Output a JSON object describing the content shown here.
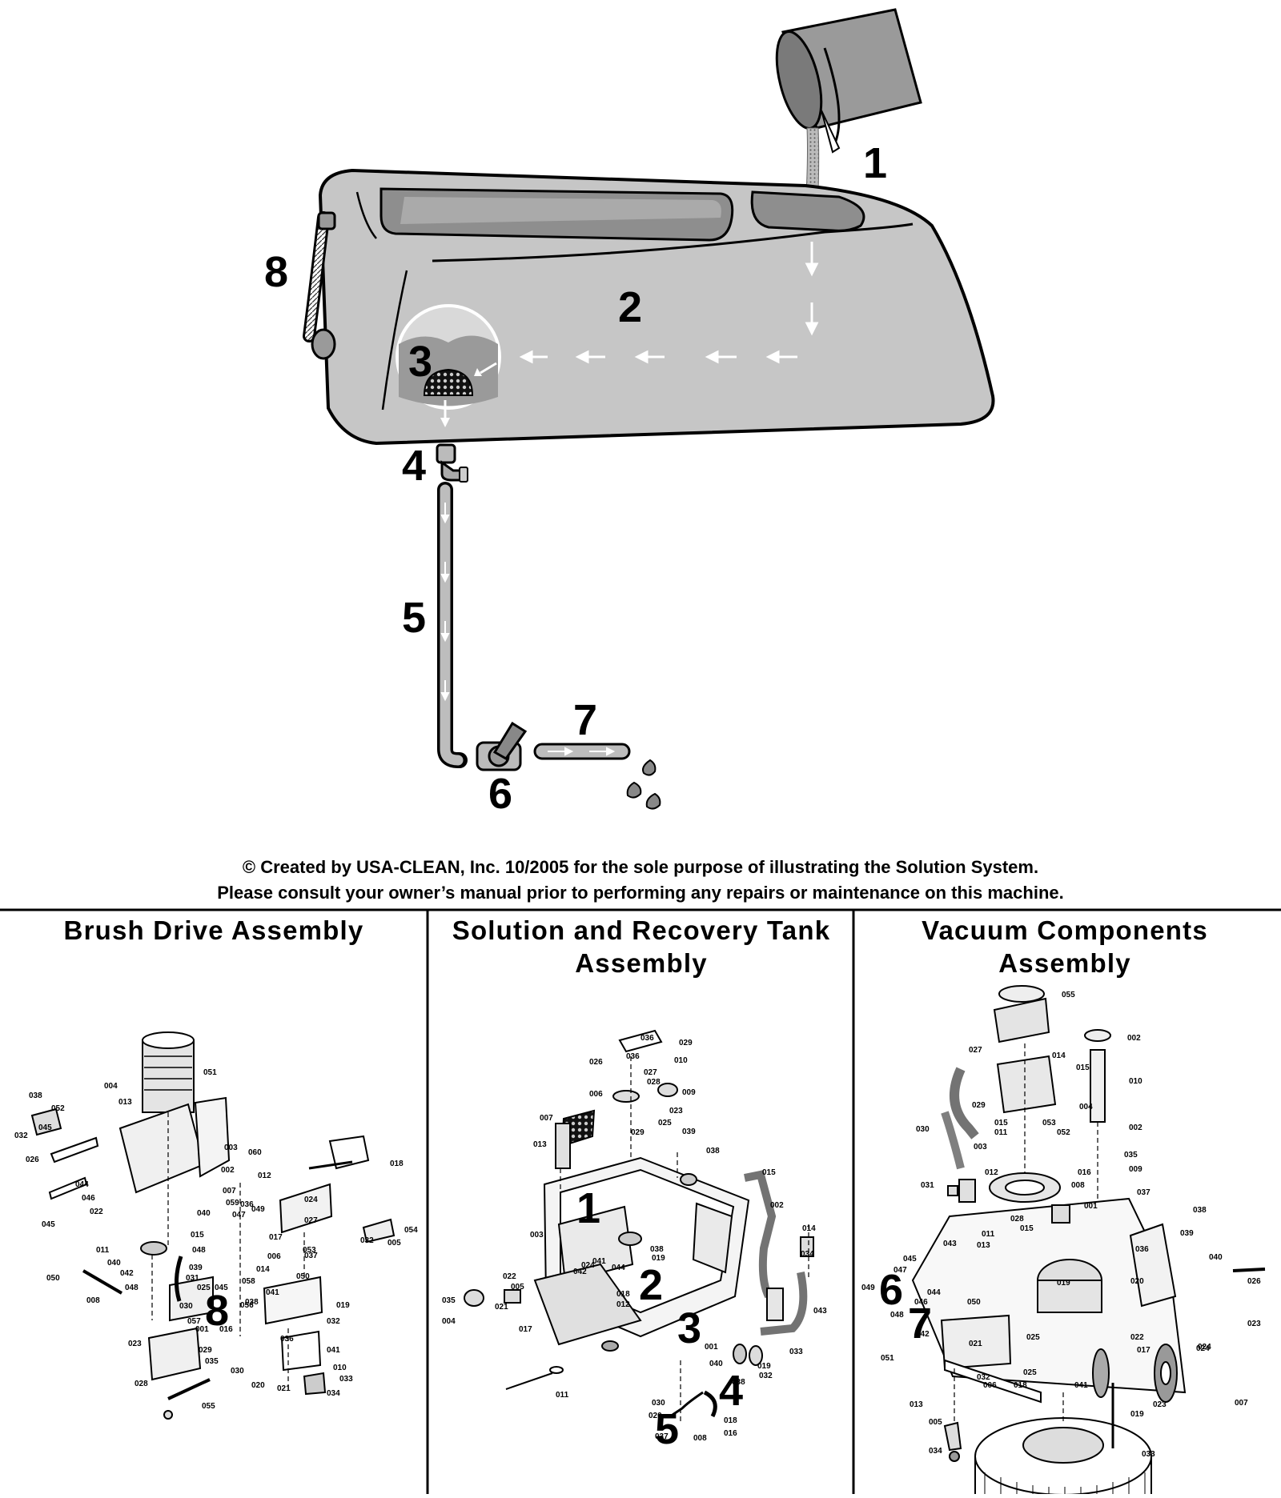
{
  "diagram": {
    "step_numbers": [
      "1",
      "2",
      "3",
      "4",
      "5",
      "6",
      "7",
      "8"
    ],
    "credit_line_1": "© Created by USA-CLEAN, Inc. 10/2005 for the sole purpose of illustrating the Solution System.",
    "credit_line_2": "Please consult your owner’s manual prior to performing any repairs or maintenance on this machine."
  },
  "panels": [
    {
      "title": "Brush Drive Assembly",
      "markers": [
        "8"
      ],
      "part_labels": [
        "052",
        "038",
        "004",
        "013",
        "051",
        "045",
        "032",
        "003",
        "026",
        "044",
        "046",
        "022",
        "002",
        "060",
        "012",
        "007",
        "059",
        "047",
        "040",
        "015",
        "048",
        "039",
        "031",
        "025",
        "005",
        "054",
        "018",
        "024",
        "027",
        "036",
        "032",
        "049",
        "017",
        "053",
        "014",
        "006",
        "037",
        "050",
        "045",
        "011",
        "040",
        "042",
        "048",
        "008",
        "050",
        "058",
        "041",
        "045",
        "030",
        "057",
        "001",
        "016",
        "056",
        "038",
        "019",
        "032",
        "023",
        "029",
        "035",
        "030",
        "036",
        "041",
        "020",
        "021",
        "010",
        "033",
        "034",
        "055",
        "028"
      ]
    },
    {
      "title": "Solution and Recovery Tank Assembly",
      "markers": [
        "1",
        "2",
        "3",
        "4",
        "5"
      ],
      "part_labels": [
        "036",
        "029",
        "026",
        "036",
        "010",
        "027",
        "028",
        "009",
        "006",
        "007",
        "023",
        "029",
        "025",
        "039",
        "038",
        "013",
        "015",
        "002",
        "003",
        "038",
        "019",
        "014",
        "034",
        "024",
        "041",
        "042",
        "044",
        "022",
        "005",
        "018",
        "012",
        "035",
        "021",
        "004",
        "017",
        "043",
        "001",
        "040",
        "033",
        "011",
        "019",
        "032",
        "038",
        "030",
        "020",
        "018",
        "037",
        "008",
        "016"
      ]
    },
    {
      "title": "Vacuum Components Assembly",
      "markers": [
        "6",
        "7"
      ],
      "part_labels": [
        "055",
        "002",
        "027",
        "014",
        "015",
        "010",
        "029",
        "004",
        "030",
        "015",
        "011",
        "053",
        "052",
        "002",
        "003",
        "016",
        "012",
        "035",
        "009",
        "031",
        "008",
        "037",
        "001",
        "038",
        "028",
        "015",
        "011",
        "013",
        "043",
        "045",
        "047",
        "039",
        "036",
        "040",
        "049",
        "048",
        "046",
        "044",
        "050",
        "026",
        "019",
        "020",
        "023",
        "022",
        "025",
        "017",
        "024",
        "021",
        "042",
        "032",
        "025",
        "051",
        "006",
        "018",
        "041",
        "007",
        "013",
        "024",
        "023",
        "019",
        "005",
        "034",
        "033"
      ]
    }
  ]
}
